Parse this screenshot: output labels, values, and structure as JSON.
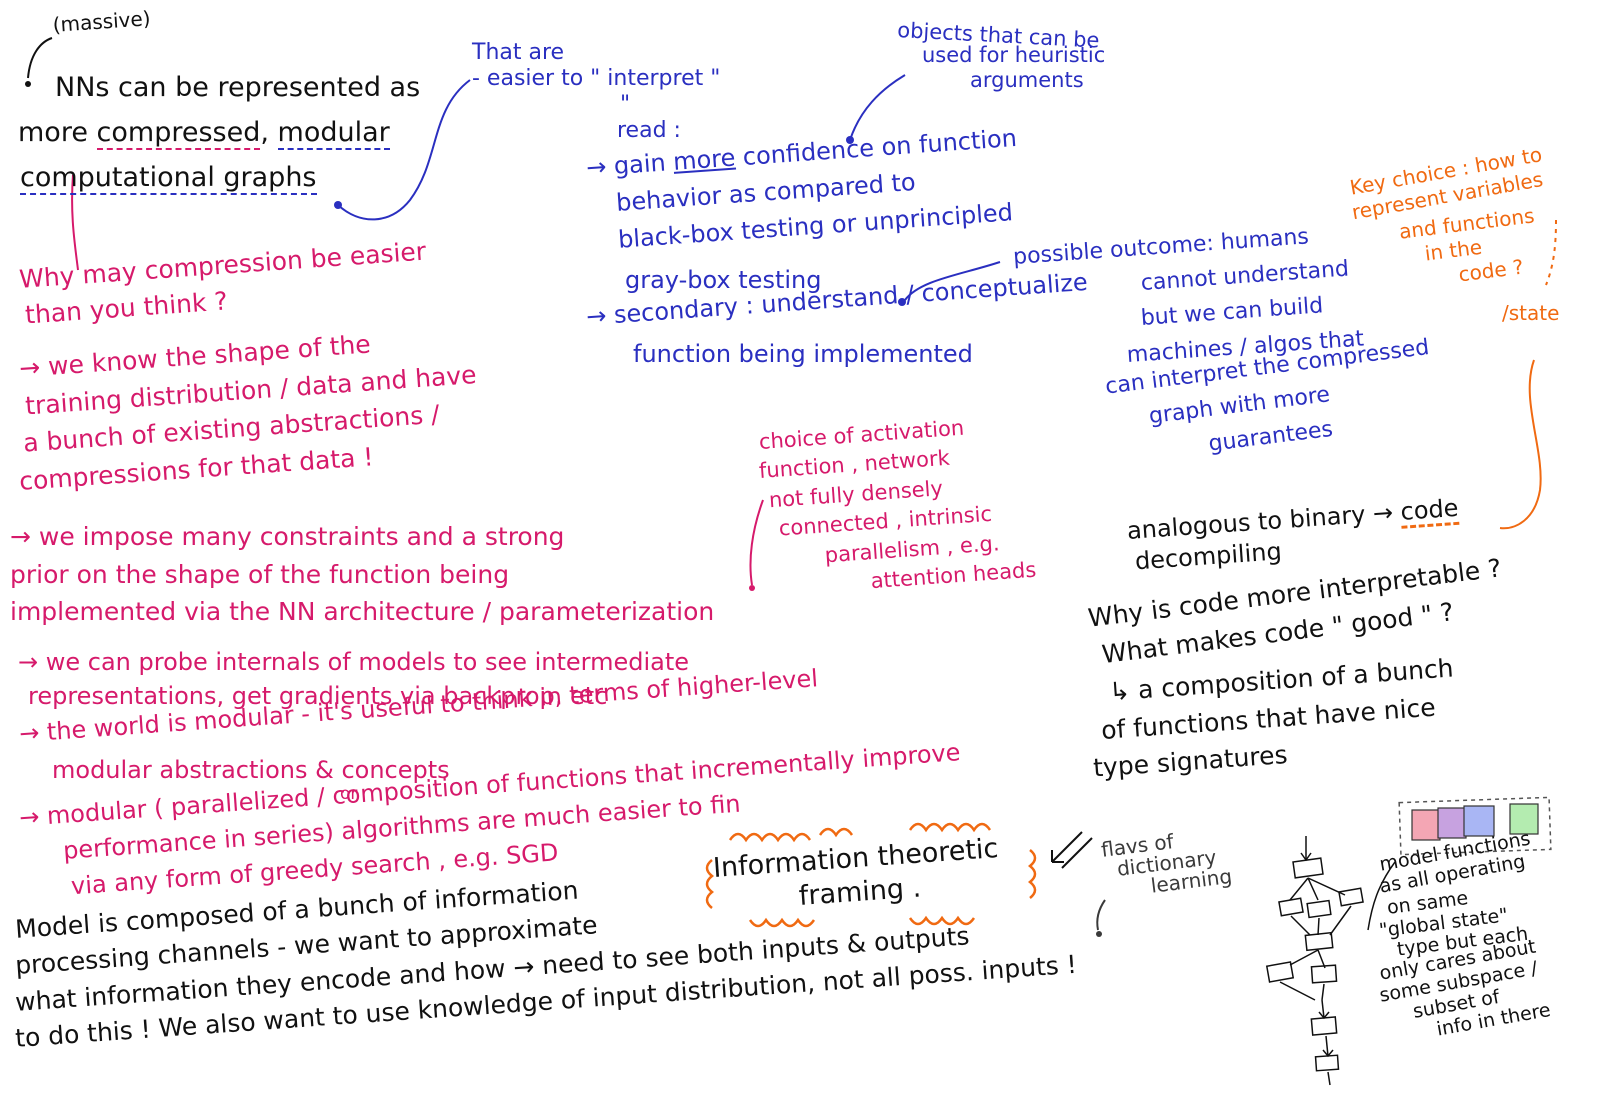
{
  "colors": {
    "black": "#111111",
    "blue": "#2a2fc0",
    "pink": "#d61a6b",
    "orange": "#f06a12"
  },
  "topleft": {
    "massive": "(massive)",
    "line1": "NNs can be represented as",
    "line2_a": "more",
    "line2_b": "compressed",
    "line2_c": ", ",
    "line2_d": "modular",
    "line3": "computational graphs"
  },
  "interpret": {
    "line1": "That are",
    "line2": "- easier to \" interpret \"",
    "line3": "\"",
    "line4": "read :"
  },
  "objects_note": {
    "line1": "objects that can be",
    "line2": "used for heuristic",
    "line3": "arguments"
  },
  "gain": {
    "line1_a": "→ gain ",
    "line1_b": "more",
    "line1_c": " confidence on function",
    "line2": "behavior as compared to",
    "line3": "black-box testing or unprincipled",
    "line4": "gray-box testing",
    "line5": "→ secondary : understand / conceptualize",
    "line6": "function being implemented"
  },
  "outcome": {
    "line1": "possible outcome: humans",
    "line2": "cannot understand",
    "line3": "but we can build",
    "line4": "machines / algos that",
    "line5": "can interpret the compressed",
    "line6": "graph with more",
    "line7": "guarantees"
  },
  "key_choice": {
    "line1": "Key choice : how to",
    "line2": "represent variables",
    "line3": "and functions",
    "line4": "in the",
    "line5": "code ?",
    "line6": "/state"
  },
  "compression": {
    "q1": "Why may compression be easier",
    "q2": "than you think ?",
    "b1_1": "→ we know the shape of the",
    "b1_2": "training distribution / data and have",
    "b1_3": "a bunch of existing abstractions /",
    "b1_4": "compressions for that data !",
    "b2_1": "→ we impose many constraints and a strong",
    "b2_2": "prior on the shape of the function being",
    "b2_3": "implemented via the NN architecture / parameterization",
    "b3_1": "→ we can probe internals of models to see intermediate",
    "b3_2": "representations, get gradients via backprop, etc",
    "b4_1": "→ the world is modular - it's useful to think in terms of higher-level",
    "b4_2": "modular abstractions & concepts",
    "b5_or": "or",
    "b5_1": "→ modular ( parallelized / composition of functions that incrementally improve",
    "b5_2": "performance in series) algorithms are much easier to fin",
    "b5_3": "via any form of greedy search , e.g. SGD"
  },
  "activation": {
    "line1": "choice of activation",
    "line2": "function , network",
    "line3": "not fully densely",
    "line4": "connected , intrinsic",
    "line5": "parallelism , e.g.",
    "line6": "attention heads"
  },
  "binary": {
    "line1_a": "analogous to binary → ",
    "line1_b": "code",
    "line2": "decompiling",
    "line3": "Why is code more interpretable ?",
    "line4": "What makes code \" good \" ?",
    "line5": "↳ a composition of a bunch",
    "line6": "of functions that have nice",
    "line7": "type signatures"
  },
  "info": {
    "title_1": "Information theoretic",
    "title_2": "framing .",
    "model_1": "Model is composed of a bunch of information",
    "model_2": "processing channels - we want to approximate",
    "model_3": "what information they encode and how → need to see both inputs & outputs",
    "model_4": "to do this ! We also want to use knowledge of input distribution, not all poss. inputs !"
  },
  "dictionary": {
    "line1": "flavs of",
    "line2": "dictionary",
    "line3": "learning"
  },
  "global_state": {
    "line1": "model functions",
    "line2": "as all operating",
    "line3": "on same",
    "line4": "\"global state\"",
    "line5": "type but each",
    "line6": "only cares about",
    "line7": "some subspace /",
    "line8": "subset of",
    "line9": "info in there"
  },
  "state_colors": [
    "#f4a6b4",
    "#c7a2e0",
    "#a9b6f4",
    "#b4ecb0"
  ]
}
